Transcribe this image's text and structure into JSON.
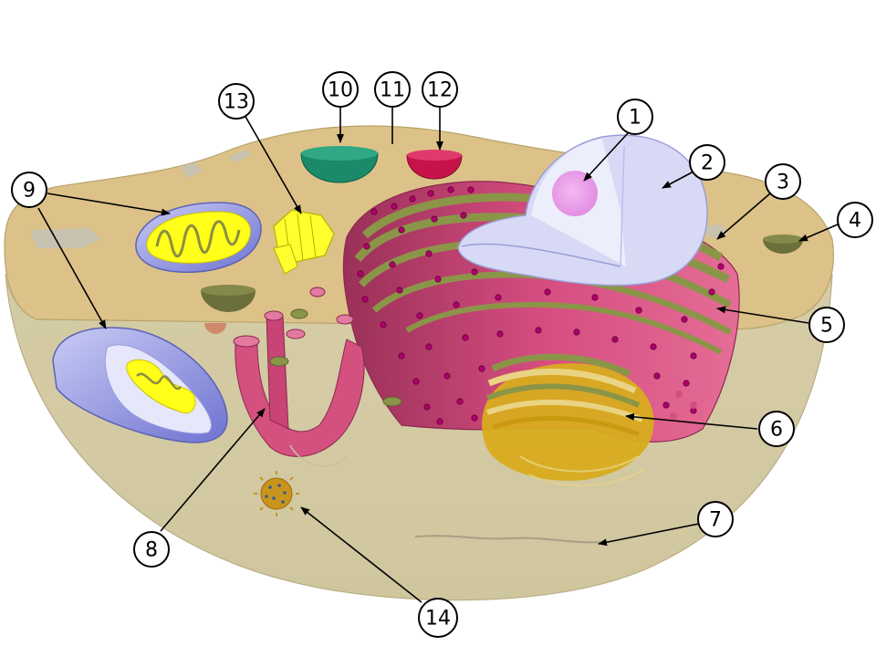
{
  "diagram": {
    "labels": {
      "l1": "1",
      "l2": "2",
      "l3": "3",
      "l4": "4",
      "l5": "5",
      "l6": "6",
      "l7": "7",
      "l8": "8",
      "l9": "9",
      "l10": "10",
      "l11": "11",
      "l12": "12",
      "l13": "13",
      "l14": "14"
    },
    "colors": {
      "cytoplasm_top": "#dcc288",
      "cytoplasm_body": "#d4cba6",
      "cytoplasm_inner": "#cfc6a0",
      "nucleus": "#d8d9f5",
      "nucleolus": "#e99ce9",
      "rough_er": "#d94a7f",
      "rough_er_dark": "#a8325e",
      "er_membrane": "#8b9548",
      "ribosome": "#b2006b",
      "golgi": "#d8ac1e",
      "golgi_light": "#e9d483",
      "mitochondrion": "#8c90e0",
      "mito_matrix": "#ffff1a",
      "centriole": "#ffff2e",
      "vesicle_green": "#1a8a68",
      "vesicle_red": "#c8134a",
      "vacuole": "#6b6f3a",
      "peroxisome": "#c79a2a"
    }
  }
}
